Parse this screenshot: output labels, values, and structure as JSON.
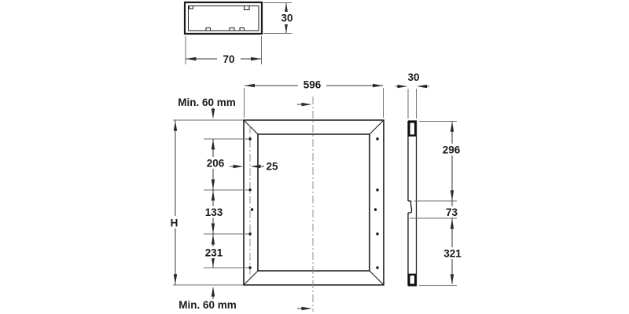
{
  "drawing": {
    "palette": {
      "object_line": "#1a1a1a",
      "dimension_line": "#3a3a3a",
      "centerline": "#8c8c8c",
      "background": "#ffffff"
    },
    "profile_view": {
      "height": "30",
      "width": "70"
    },
    "front_view": {
      "width": "596",
      "height": "H",
      "top_clearance": "Min. 60 mm",
      "bottom_clearance": "Min. 60 mm",
      "hole_offset": "25",
      "hole_spacings": {
        "first": "206",
        "second": "133",
        "third": "231"
      }
    },
    "side_view": {
      "width": "30",
      "top_segment": "296",
      "middle_segment": "73",
      "bottom_segment": "321"
    }
  }
}
